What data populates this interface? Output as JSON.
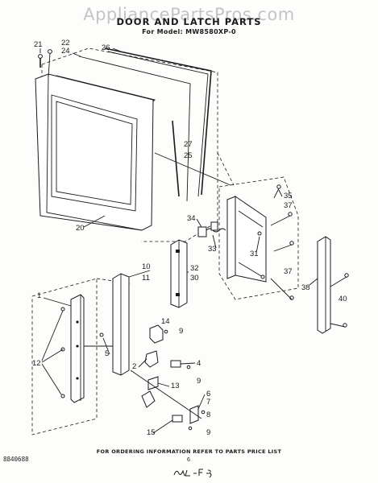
{
  "header": {
    "watermark": "AppliancePartsPros.com",
    "title": "DOOR AND LATCH PARTS",
    "model_line": "For Model: MW8580XP-0"
  },
  "callouts": [
    "21",
    "22",
    "24",
    "26",
    "27",
    "25",
    "20",
    "35",
    "37",
    "34",
    "33",
    "31",
    "32",
    "30",
    "37",
    "38",
    "40",
    "10",
    "11",
    "1",
    "14",
    "9",
    "5",
    "12",
    "2",
    "4",
    "9",
    "13",
    "6",
    "7",
    "8",
    "9",
    "15"
  ],
  "footer": {
    "ordering_note": "FOR ORDERING INFORMATION REFER TO PARTS PRICE LIST",
    "doc_code": "8840688",
    "page_number": "6",
    "handwritten_note": "564-F-3"
  }
}
